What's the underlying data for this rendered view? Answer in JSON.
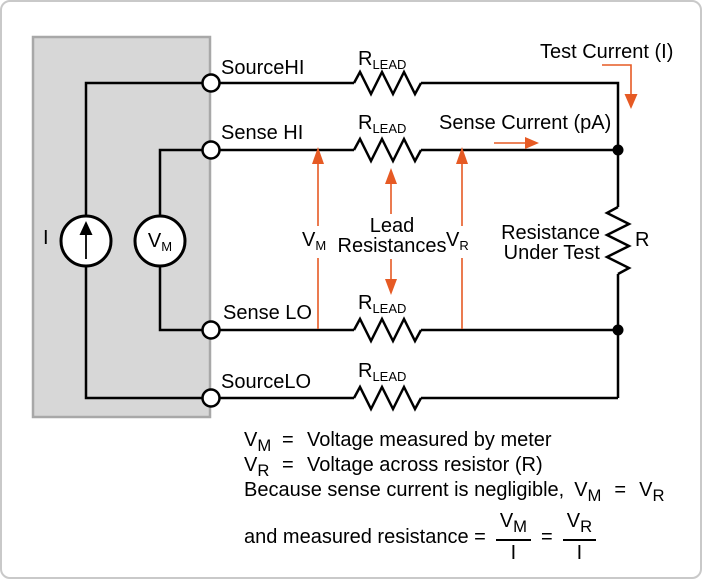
{
  "colors": {
    "accent_orange": "#E65A24",
    "instrument_box_fill": "#D7D7D7",
    "instrument_box_border": "#A8A8A8",
    "wire": "#000000"
  },
  "diagram": {
    "source": {
      "label": "I"
    },
    "meter": {
      "base": "V",
      "sub": "M"
    },
    "r_lead": {
      "base": "R",
      "sub": "LEAD"
    },
    "terminals": [
      {
        "label": "SourceHI"
      },
      {
        "label": "Sense HI"
      },
      {
        "label": "Sense LO"
      },
      {
        "label": "SourceLO"
      }
    ],
    "annotations": {
      "test_current": "Test Current (I)",
      "sense_current": "Sense Current (pA)",
      "vm": {
        "base": "V",
        "sub": "M"
      },
      "vr": {
        "base": "V",
        "sub": "R"
      },
      "lead_resistances_line1": "Lead",
      "lead_resistances_line2": "Resistances",
      "rut_line1": "Resistance",
      "rut_line2": "Under Test",
      "r_label": "R"
    }
  },
  "equations": {
    "line1": {
      "var_base": "V",
      "var_sub": "M",
      "eq": "=",
      "text": "Voltage measured by meter"
    },
    "line2": {
      "var_base": "V",
      "var_sub": "R",
      "eq": "=",
      "text": "Voltage across resistor (R)"
    },
    "line3": {
      "text": "Because sense current is negligible,",
      "lhs_base": "V",
      "lhs_sub": "M",
      "eq": "=",
      "rhs_base": "V",
      "rhs_sub": "R"
    },
    "line4": {
      "text": "and measured resistance =",
      "frac1": {
        "num_base": "V",
        "num_sub": "M",
        "den": "I"
      },
      "eq": "=",
      "frac2": {
        "num_base": "V",
        "num_sub": "R",
        "den": "I"
      }
    }
  }
}
